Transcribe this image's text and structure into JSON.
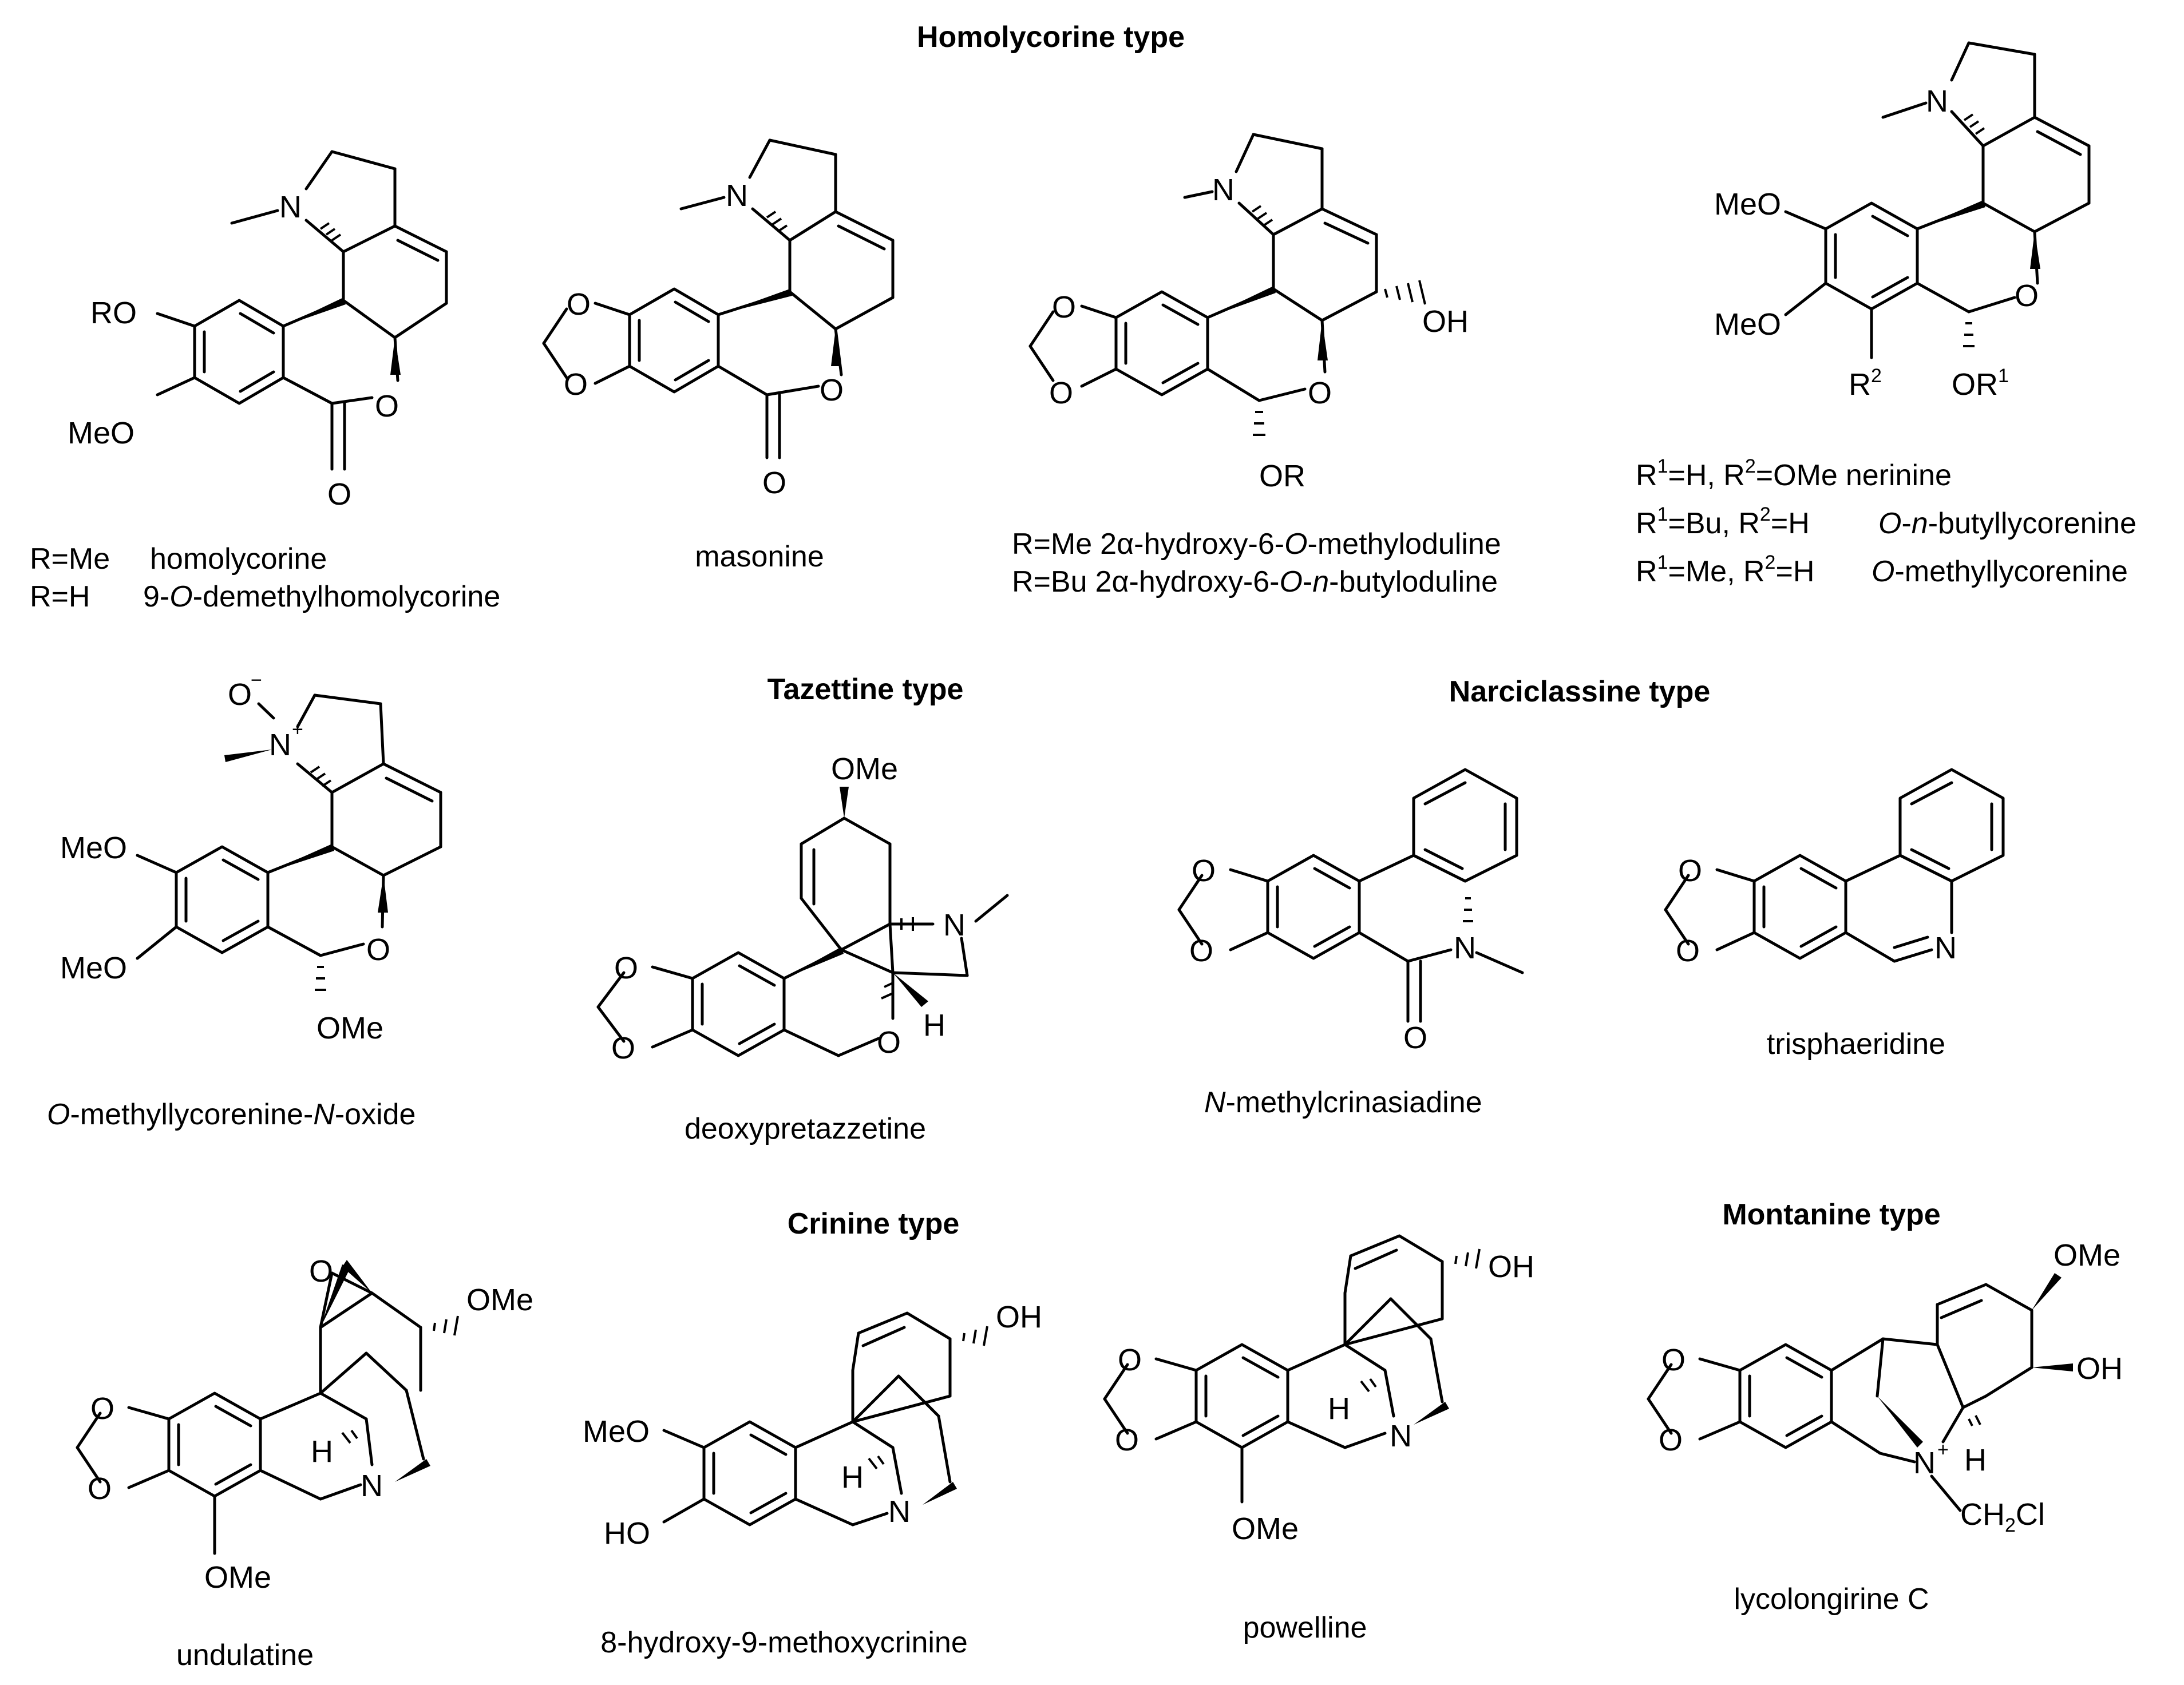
{
  "sections": {
    "homolycorine": "Homolycorine type",
    "tazettine": "Tazettine type",
    "narciclassine": "Narciclassine type",
    "crinine": "Crinine type",
    "montanine": "Montanine type"
  },
  "compounds": {
    "homolycorine": {
      "r_me": "R=Me",
      "name_me": "homolycorine",
      "r_h": "R=H",
      "name_h_pre": "9-",
      "name_h_it": "O",
      "name_h_post": "-demethylhomolycorine"
    },
    "masonine": {
      "name": "masonine"
    },
    "oduline": {
      "r_me": "R=Me",
      "name_me_pre": "2α-hydroxy-6-",
      "name_me_it": "O",
      "name_me_post": "-methyloduline",
      "r_bu": "R=Bu",
      "name_bu_pre": "2α-hydroxy-6-",
      "name_bu_it1": "O",
      "name_bu_mid": "-",
      "name_bu_it2": "n",
      "name_bu_post": "-butyloduline"
    },
    "lycorenine": {
      "row1_a": "R",
      "row1_s1": "1",
      "row1_b": "=H, R",
      "row1_s2": "2",
      "row1_c": "=OMe",
      "row1_name": "nerinine",
      "row2_a": "R",
      "row2_s1": "1",
      "row2_b": "=Bu, R",
      "row2_s2": "2",
      "row2_c": "=H",
      "row2_it1": "O",
      "row2_mid": "-",
      "row2_it2": "n",
      "row2_post": "-butyllycorenine",
      "row3_a": "R",
      "row3_s1": "1",
      "row3_b": "=Me, R",
      "row3_s2": "2",
      "row3_c": "=H",
      "row3_it": "O",
      "row3_post": "-methyllycorenine"
    },
    "noxide": {
      "it1": "O",
      "mid": "-methyllycorenine-",
      "it2": "N",
      "post": "-oxide"
    },
    "deoxypretazzetine": {
      "name": "deoxypretazzetine"
    },
    "crinasiadine": {
      "it": "N",
      "post": "-methylcrinasiadine"
    },
    "trisphaeridine": {
      "name": "trisphaeridine"
    },
    "undulatine": {
      "name": "undulatine"
    },
    "hydroxymethoxycrinine": {
      "name": "8-hydroxy-9-methoxycrinine"
    },
    "powelline": {
      "name": "powelline"
    },
    "lycolongirine": {
      "name": "lycolongirine C"
    }
  },
  "atoms": {
    "N": "N",
    "O": "O",
    "H": "H",
    "OH": "OH",
    "OMe": "OMe",
    "MeO": "MeO",
    "HO": "HO",
    "RO": "RO",
    "OR": "OR",
    "R": "R",
    "sup1": "1",
    "sup2": "2",
    "plus": "+",
    "minus": "−",
    "CH2Cl_a": "CH",
    "CH2Cl_s": "2",
    "CH2Cl_b": "Cl"
  }
}
